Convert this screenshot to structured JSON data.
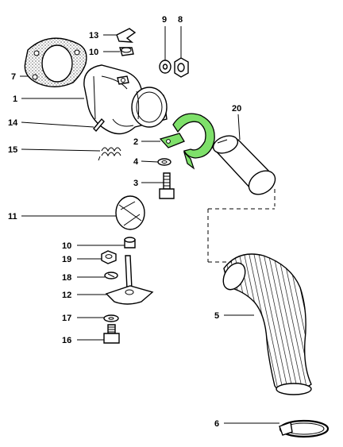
{
  "callouts": {
    "c1": "1",
    "c2": "2",
    "c3": "3",
    "c4": "4",
    "c5": "5",
    "c6": "6",
    "c7": "7",
    "c8": "8",
    "c9": "9",
    "c10a": "10",
    "c10b": "10",
    "c11": "11",
    "c12": "12",
    "c13": "13",
    "c14": "14",
    "c15": "15",
    "c16": "16",
    "c17": "17",
    "c18": "18",
    "c19": "19",
    "c20": "20"
  },
  "colors": {
    "highlight": "#7ee06a",
    "ink": "#000000",
    "paper": "#ffffff"
  }
}
